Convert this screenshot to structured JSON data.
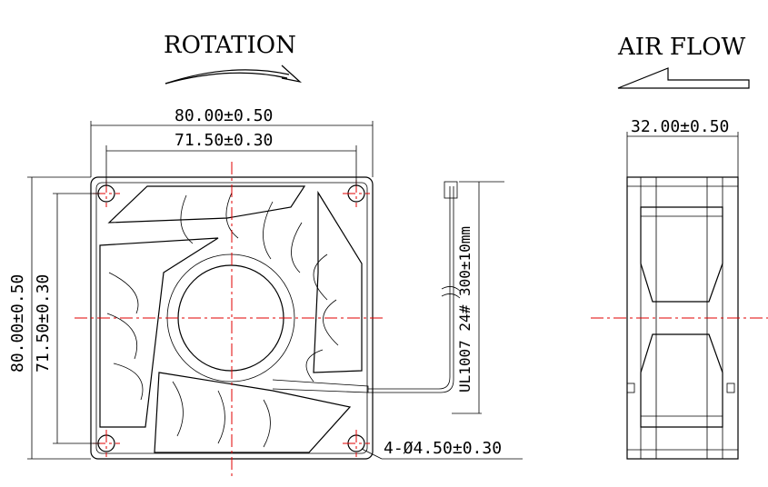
{
  "labels": {
    "rotation": "ROTATION",
    "air_flow": "AIR FLOW",
    "width_outer": "80.00±0.50",
    "width_holes": "71.50±0.30",
    "height_outer": "80.00±0.50",
    "height_holes": "71.50±0.30",
    "depth": "32.00±0.50",
    "lead_wire": "UL1007 24# 300±10mm",
    "mount_holes": "4-Ø4.50±0.30"
  },
  "colors": {
    "centerline": "#e00000",
    "line": "#000000"
  }
}
